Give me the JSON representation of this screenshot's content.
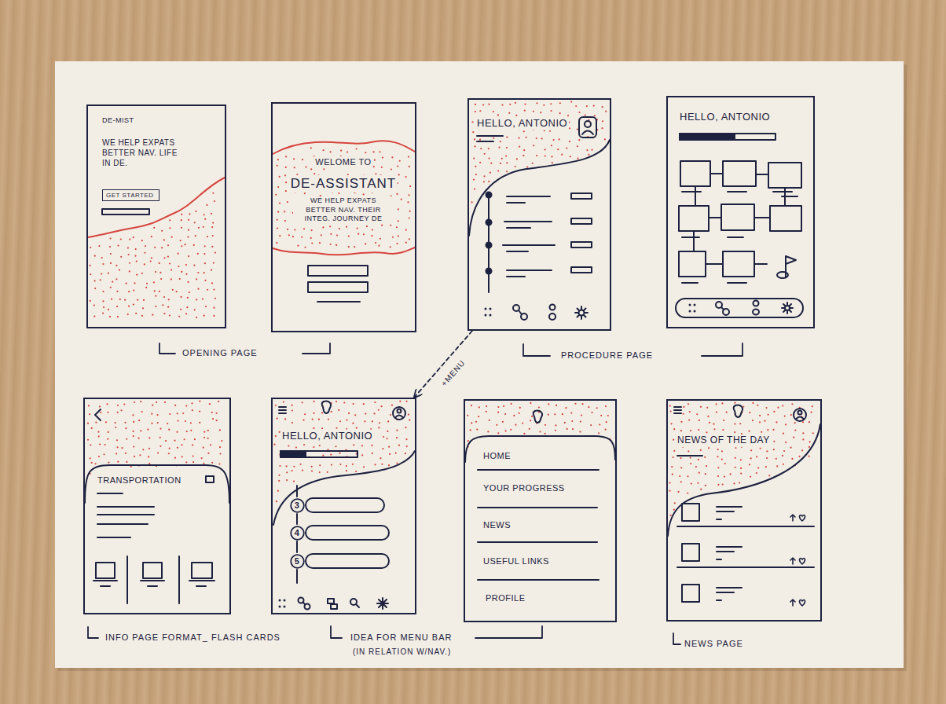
{
  "diagram": {
    "nodes": [
      {
        "text": [
          "DE-MIST",
          "WE HELP EXPATS BETTER NAV. LIFE IN DE."
        ]
      },
      {
        "text": [
          "GET STARTED"
        ],
        "in": 0
      },
      {
        "text": [
          "WELOME TO",
          "DE-ASSISTANT",
          "WE HELP EXPATS BETTER NAV. THEIR INTEG. JOURNEY DE"
        ]
      },
      {
        "text": [
          "HELLO, ANTONIO"
        ]
      },
      {
        "text": [
          "HELLO, ANTONIO"
        ]
      },
      {
        "text": [
          "TRANSPORTATION"
        ]
      },
      {
        "text": [
          "HELLO, ANTONIO"
        ]
      },
      {
        "text": [
          "3"
        ],
        "in": 6
      },
      {
        "text": [
          "4"
        ],
        "in": 6
      },
      {
        "text": [
          "5"
        ],
        "in": 6
      },
      {
        "text": [
          "HOME",
          "YOUR PROGRESS",
          "NEWS",
          "USEFUL LINKS",
          "PROFILE"
        ]
      },
      {
        "text": [
          "NEWS OF THE DAY"
        ]
      }
    ],
    "edges": [
      {
        "from": 3,
        "to": 6,
        "arrow": "to",
        "label": "+MENU"
      }
    ],
    "labels": [
      "OPENING PAGE",
      "PROCEDURE PAGE",
      "INFO PAGE FORMAT_ FLASH CARDS",
      "IDEA FOR MENU BAR",
      "(IN RELATION W/NAV.)",
      "NEWS PAGE"
    ]
  }
}
